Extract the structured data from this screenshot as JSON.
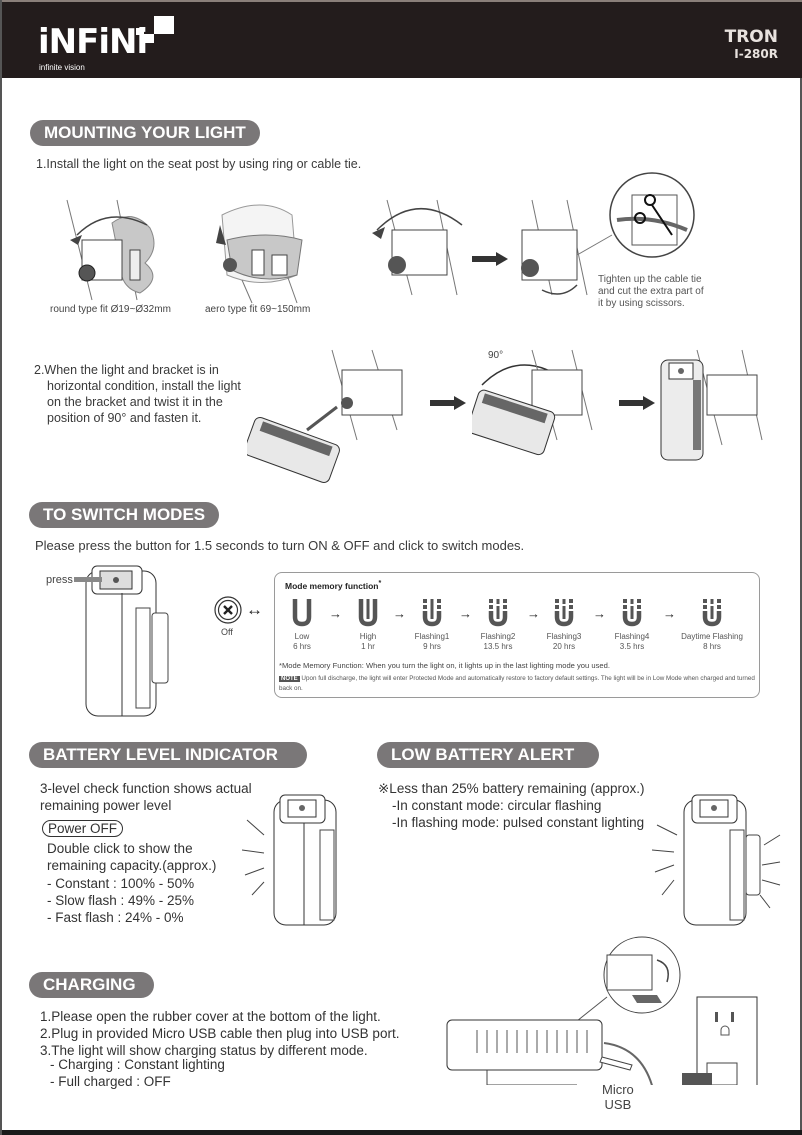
{
  "header": {
    "brand": "iNFiNi",
    "tagline": "infinite vision",
    "product_name": "TRON",
    "model_number": "I-280R"
  },
  "mounting": {
    "title": "MOUNTING YOUR LIGHT",
    "step1": "1.Install the light on the seat post by using ring or cable tie.",
    "round_fit": "round type fit Ø19~Ø32mm",
    "aero_fit": "aero type fit 69~150mm",
    "cable_tie_note": [
      "Tighten up the cable tie",
      "and cut the extra part of",
      "it by using scissors."
    ],
    "step2": [
      "2.When the light and bracket is in",
      "horizontal condition, install the light",
      "on the bracket and twist it in the",
      "position of 90° and fasten it."
    ],
    "angle_label": "90°"
  },
  "switch_modes": {
    "title": "TO SWITCH MODES",
    "instruction": "Please press the button for 1.5 seconds to turn ON & OFF and click to switch modes.",
    "press_label": "press",
    "off_label": "Off",
    "box_title": "Mode memory function",
    "box_title_mark": "*",
    "modes": [
      {
        "name": "Low",
        "runtime": "6 hrs"
      },
      {
        "name": "High",
        "runtime": "1 hr"
      },
      {
        "name": "Flashing1",
        "runtime": "9 hrs"
      },
      {
        "name": "Flashing2",
        "runtime": "13.5 hrs"
      },
      {
        "name": "Flashing3",
        "runtime": "20 hrs"
      },
      {
        "name": "Flashing4",
        "runtime": "3.5 hrs"
      },
      {
        "name": "Daytime Flashing",
        "runtime": "8 hrs"
      }
    ],
    "memory_note": "*Mode Memory Function: When you turn the light on, it lights up in the last lighting mode you used.",
    "note_tag": "NOTE",
    "note_text": "Upon full discharge, the light will enter Protected Mode and automatically restore to factory default settings. The light will be in Low Mode when charged and turned back on."
  },
  "battery_indicator": {
    "title": "BATTERY LEVEL INDICATOR",
    "desc": [
      "3-level check function shows actual",
      "remaining power level"
    ],
    "power_off_label": "Power OFF",
    "double_click": [
      "Double click to show the",
      "remaining capacity.(approx.)"
    ],
    "levels": [
      "- Constant : 100% - 50%",
      "- Slow flash : 49% - 25%",
      "- Fast flash : 24% - 0%"
    ]
  },
  "low_battery": {
    "title": "LOW BATTERY ALERT",
    "lines": [
      "※Less than 25% battery remaining (approx.)",
      "-In constant mode: circular flashing",
      "-In flashing mode: pulsed constant lighting"
    ]
  },
  "charging": {
    "title": "CHARGING",
    "steps": [
      "1.Please open the rubber cover at the bottom of the light.",
      "2.Plug in provided Micro USB cable then plug into USB port.",
      "3.The light will show charging status by different mode."
    ],
    "status": [
      "- Charging : Constant lighting",
      "- Full charged : OFF"
    ],
    "cable_label": [
      "Micro",
      "USB"
    ]
  }
}
